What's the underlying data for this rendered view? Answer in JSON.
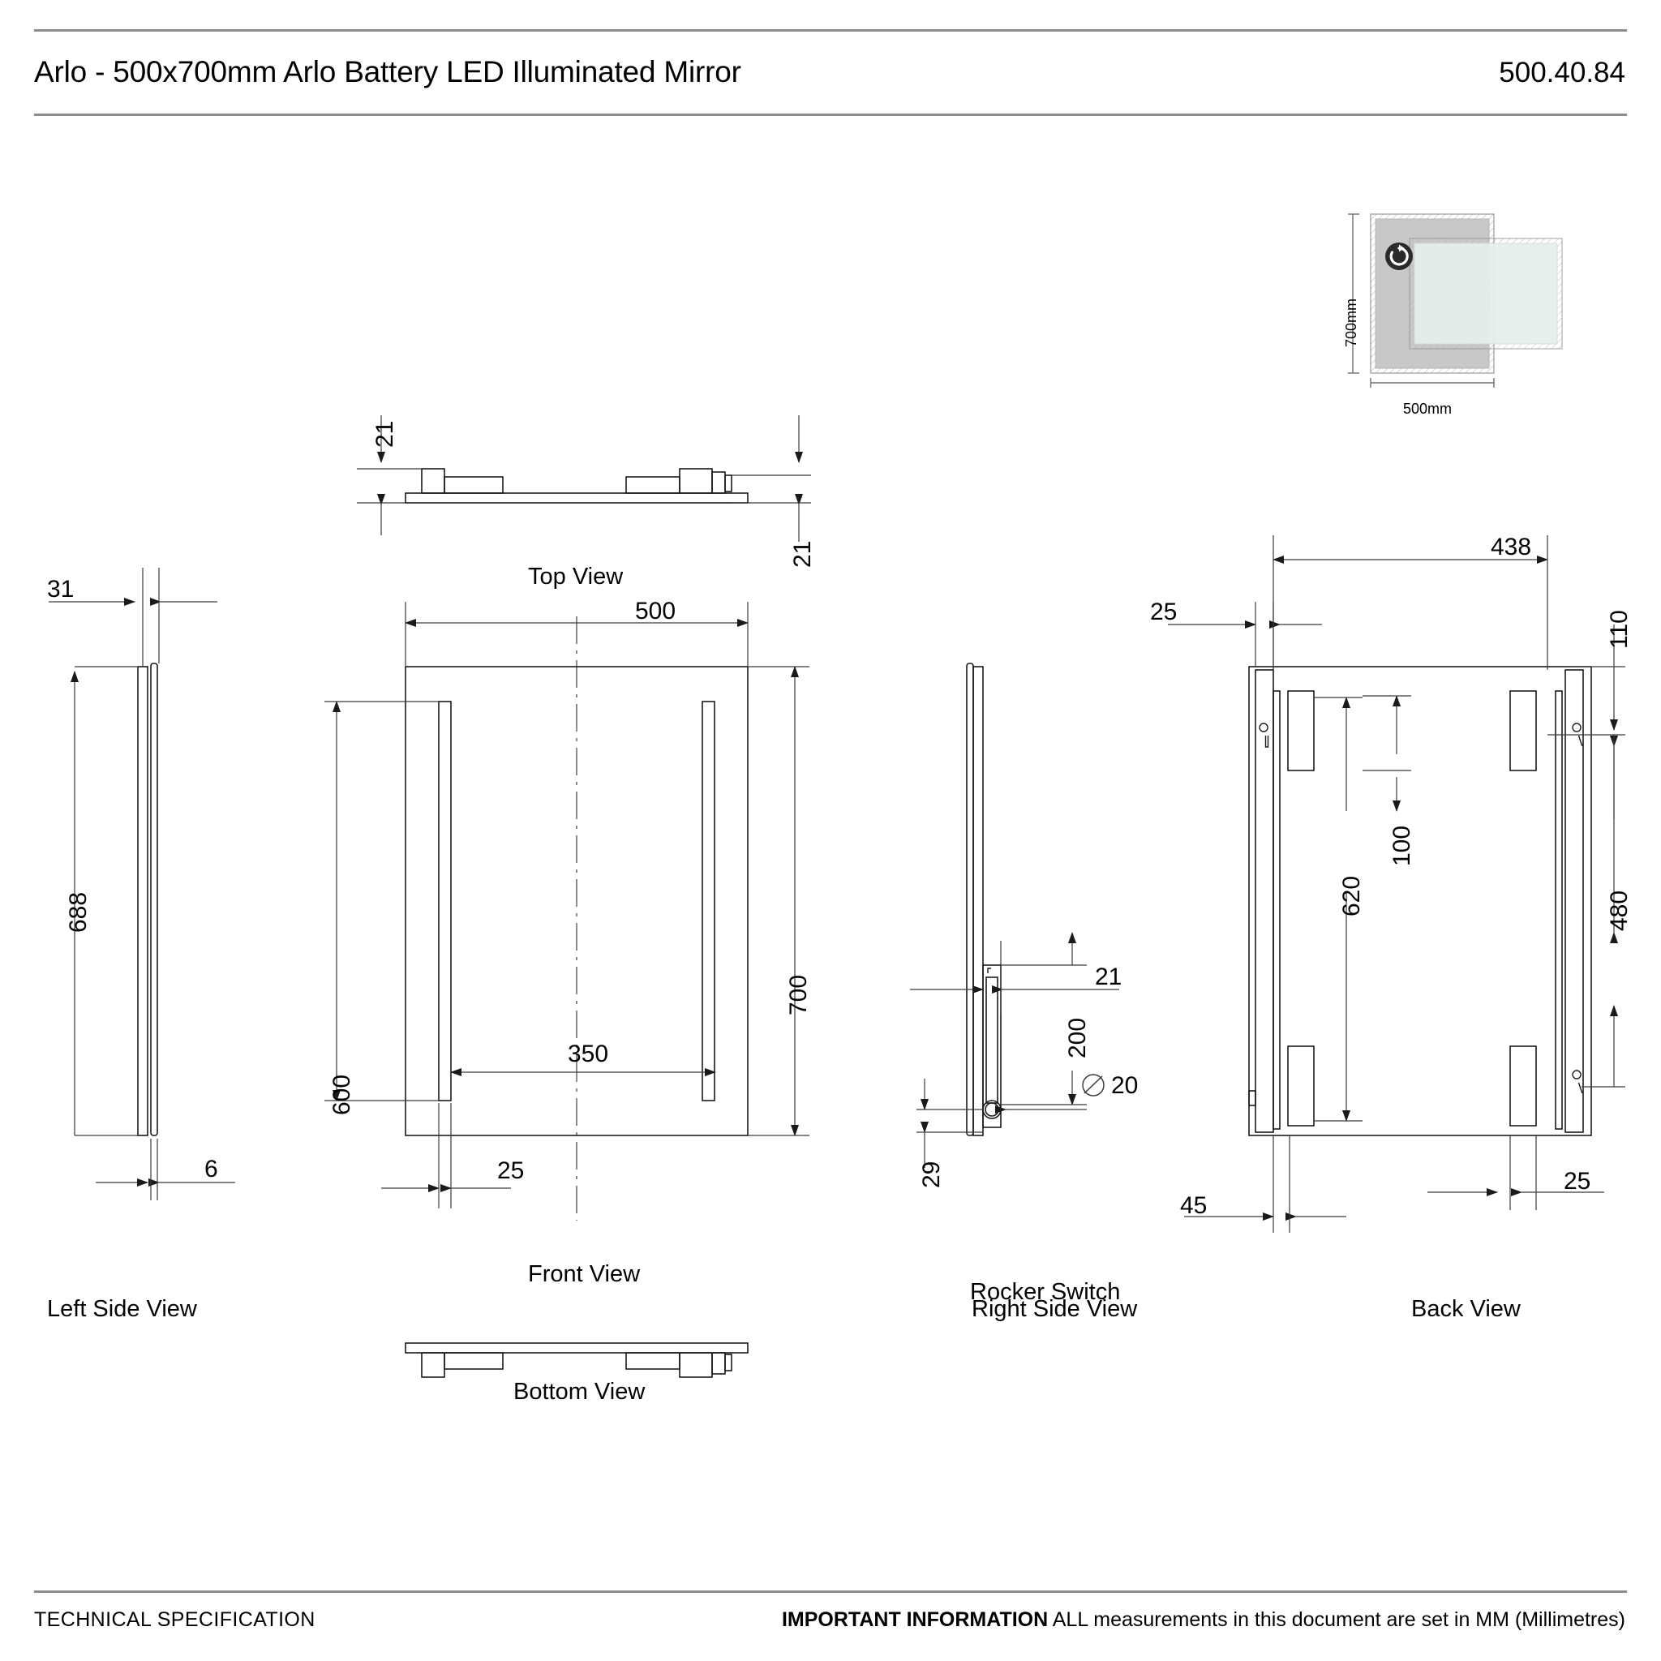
{
  "header": {
    "title": "Arlo - 500x700mm Arlo Battery LED Illuminated Mirror",
    "product_code": "500.40.84"
  },
  "footer": {
    "left": "TECHNICAL SPECIFICATION",
    "important_label": "IMPORTANT INFORMATION",
    "important_text": " ALL measurements in this document are set in MM (Millimetres)"
  },
  "thumbnail": {
    "width_label": "500mm",
    "height_label": "700mm",
    "rotate_icon": "rotate-icon",
    "mirror_color": "#c8c8c8",
    "glass_color": "#e4f0ee",
    "icon_color": "#2b2b2b"
  },
  "views": {
    "top": {
      "label": "Top View",
      "dims": {
        "left_thickness": "21",
        "right_thickness": "21"
      }
    },
    "front": {
      "label": "Front View",
      "dims": {
        "width": "500",
        "height": "700",
        "led_height": "600",
        "led_offset": "350",
        "led_width": "25"
      }
    },
    "left_side": {
      "label": "Left Side View",
      "dims": {
        "depth": "31",
        "height": "688",
        "glass": "6"
      }
    },
    "right_side": {
      "label": "Right Side View",
      "switch_label": "Rocker Switch",
      "dims": {
        "depth": "21",
        "switch_position": "200",
        "switch_dia": "20",
        "diameter_symbol": "⌀",
        "bottom_offset": "29"
      }
    },
    "back": {
      "label": "Back View",
      "dims": {
        "slot_span": "438",
        "edge_left": "25",
        "top_offset": "110",
        "mid_gap": "100",
        "bracket_height": "620",
        "slot_span_v": "480",
        "bottom_left": "45",
        "bottom_right": "25"
      }
    },
    "bottom": {
      "label": "Bottom View"
    }
  },
  "colors": {
    "rule": "#8c8c8c",
    "line": "#1a1a1a",
    "thin": "#4d4d4d",
    "dim": "#3a3a3a"
  }
}
